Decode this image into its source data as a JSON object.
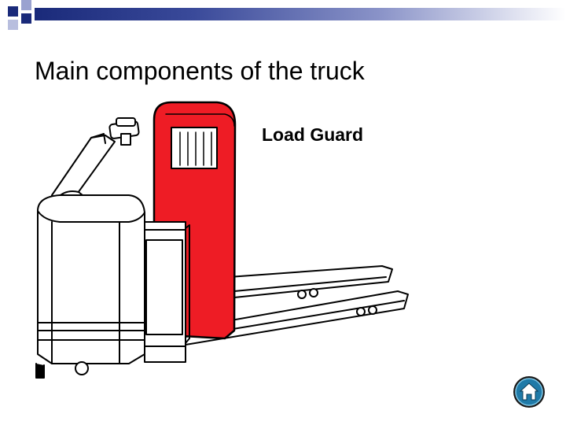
{
  "slide": {
    "title": "Main components of the truck",
    "component_label": "Load Guard"
  },
  "colors": {
    "accent_band": "#1a2a7a",
    "highlight": "#ee1c25",
    "home_button": "#1f7aa8"
  },
  "illustration": {
    "highlighted_component": "load-guard",
    "subject": "pallet truck line drawing"
  },
  "icons": {
    "home_button": "home-icon"
  }
}
